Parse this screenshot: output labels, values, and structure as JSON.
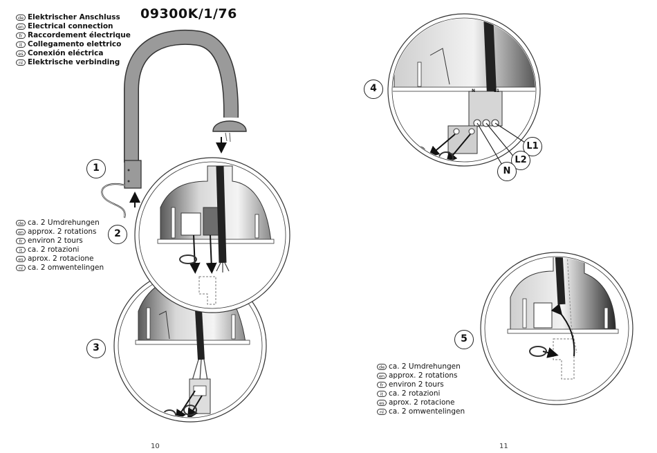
{
  "model": "09300K/1/76",
  "header_list": [
    {
      "lang": "de",
      "text": "Elektrischer Anschluss"
    },
    {
      "lang": "en",
      "text": "Electrical connection"
    },
    {
      "lang": "fr",
      "text": "Raccordement électrique"
    },
    {
      "lang": "it",
      "text": "Collegamento elettrico"
    },
    {
      "lang": "es",
      "text": "Conexión eléctrica"
    },
    {
      "lang": "nl",
      "text": "Elektrische verbinding"
    }
  ],
  "rotation_list_left": [
    {
      "lang": "de",
      "text": "ca. 2 Umdrehungen"
    },
    {
      "lang": "en",
      "text": "approx. 2 rotations"
    },
    {
      "lang": "fr",
      "text": "environ 2 tours"
    },
    {
      "lang": "it",
      "text": "ca. 2 rotazioni"
    },
    {
      "lang": "es",
      "text": "aprox. 2 rotacione"
    },
    {
      "lang": "nl",
      "text": "ca. 2 omwentelingen"
    }
  ],
  "rotation_list_right": [
    {
      "lang": "de",
      "text": "ca. 2 Umdrehungen"
    },
    {
      "lang": "en",
      "text": "approx. 2 rotations"
    },
    {
      "lang": "fr",
      "text": "environ 2 tours"
    },
    {
      "lang": "it",
      "text": "ca. 2 rotazioni"
    },
    {
      "lang": "es",
      "text": "aprox. 2 rotacione"
    },
    {
      "lang": "nl",
      "text": "ca. 2 omwentelingen"
    }
  ],
  "steps": {
    "s1": "1",
    "s2": "2",
    "s3": "3",
    "s4": "4",
    "s5": "5"
  },
  "wires": {
    "l1": "L1",
    "l2": "L2",
    "n": "N"
  },
  "terminal_marks": {
    "n": "N",
    "l1": "L1"
  },
  "pages": {
    "left": "10",
    "right": "11"
  }
}
